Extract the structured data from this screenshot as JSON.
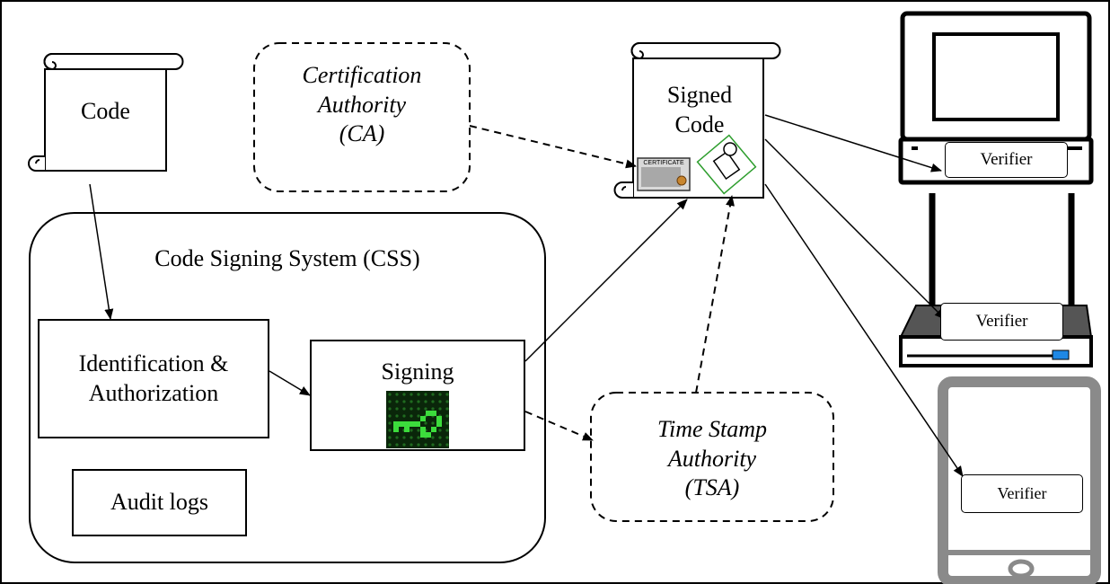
{
  "code": {
    "label": "Code"
  },
  "ca": {
    "line1": "Certification",
    "line2": "Authority",
    "line3": "(CA)"
  },
  "signed_code": {
    "line1": "Signed",
    "line2": "Code",
    "certificate_text": "CERTIFICATE"
  },
  "css": {
    "title": "Code Signing System (CSS)",
    "identification": {
      "line1": "Identification &",
      "line2": "Authorization"
    },
    "signing": {
      "label": "Signing"
    },
    "audit": {
      "label": "Audit logs"
    }
  },
  "tsa": {
    "line1": "Time Stamp",
    "line2": "Authority",
    "line3": "(TSA)"
  },
  "verifiers": {
    "computer": "Verifier",
    "router": "Verifier",
    "tablet": "Verifier"
  },
  "colors": {
    "stroke": "#000000",
    "key_green": "#3cdc3c",
    "key_bg": "#0a260a",
    "router_blue": "#1e88e5",
    "tablet_gray": "#8a8a8a",
    "stamp_green": "#2e9e2e"
  }
}
